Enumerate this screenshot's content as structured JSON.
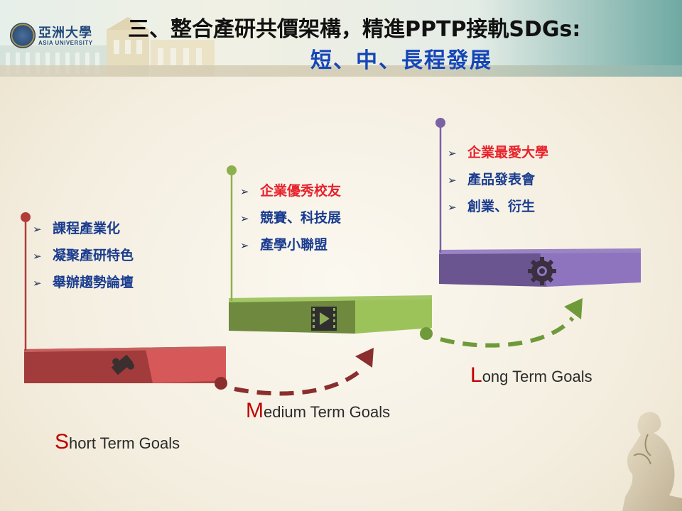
{
  "header": {
    "title_line1": "三、整合產研共價架構，精進PPTP接軌SDGs:",
    "title_line2": "短、中、長程發展",
    "logo_text_cn": "亞洲大學",
    "logo_text_en": "ASIA UNIVERSITY"
  },
  "colors": {
    "title_main": "#111111",
    "title_sub": "#1546b8",
    "highlight_red": "#e8212b",
    "item_blue": "#1a3c8f",
    "short_step": "#c24848",
    "medium_step": "#8db04e",
    "long_step": "#7a62a3"
  },
  "steps": {
    "short": {
      "label_initial": "S",
      "label_rest": "hort Term Goals",
      "icon": "puzzle-icon",
      "items": [
        "課程產業化",
        "凝聚產研特色",
        "舉辦趨勢論壇"
      ]
    },
    "medium": {
      "label_initial": "M",
      "label_rest": "edium Term Goals",
      "icon": "video-play-icon",
      "items": [
        "企業優秀校友",
        "競賽、科技展",
        "產學小聯盟"
      ]
    },
    "long": {
      "label_initial": "L",
      "label_rest": "ong Term Goals",
      "icon": "gear-icon",
      "items": [
        "企業最愛大學",
        "產品發表會",
        "創業、衍生"
      ]
    }
  }
}
